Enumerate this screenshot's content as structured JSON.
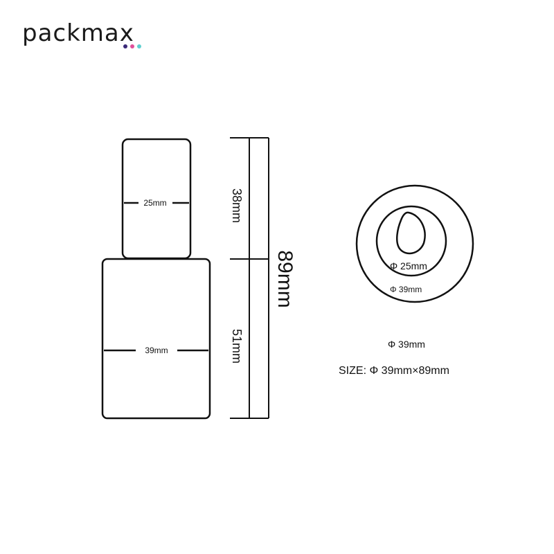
{
  "brand": {
    "name": "packmax",
    "dot_colors": [
      "#3b2a78",
      "#e0519a",
      "#5fd0d0"
    ]
  },
  "front_view": {
    "cap_width_label": "25mm",
    "body_width_label": "39mm",
    "cap_height_label": "38mm",
    "body_height_label": "51mm",
    "total_height_label": "89mm"
  },
  "top_view": {
    "inner_diameter_label": "Φ 25mm",
    "outer_diameter_label": "Φ 39mm",
    "caption_label": "Φ 39mm"
  },
  "size_line": "SIZE:  Φ 39mm×89mm"
}
